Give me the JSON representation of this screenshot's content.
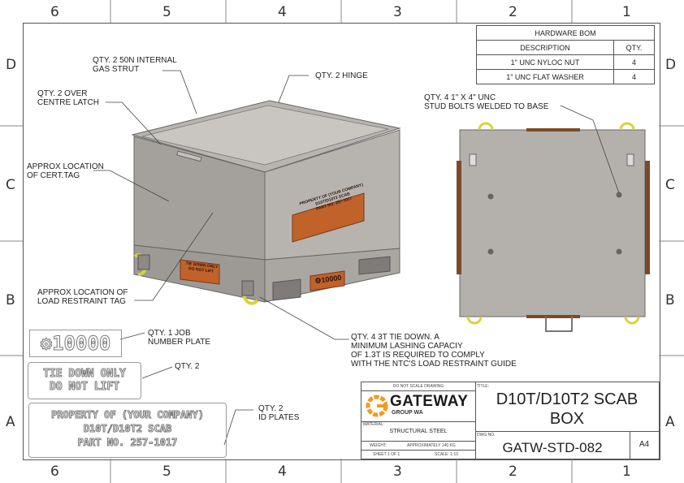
{
  "zones": {
    "columns": [
      "6",
      "5",
      "4",
      "3",
      "2",
      "1"
    ],
    "rows": [
      "D",
      "C",
      "B",
      "A"
    ]
  },
  "bom": {
    "title": "HARDWARE BOM",
    "headers": [
      "DESCRIPTION",
      "QTY."
    ],
    "rows": [
      {
        "description": "1\" UNC NYLOC NUT",
        "qty": "4"
      },
      {
        "description": "1\" UNC FLAT WASHER",
        "qty": "4"
      }
    ]
  },
  "notes": {
    "gas_strut": [
      "QTY. 2 50N INTERNAL",
      "GAS STRUT"
    ],
    "hinge": "QTY. 2 HINGE",
    "latch": [
      "QTY. 2 OVER",
      "CENTRE LATCH"
    ],
    "cert_tag": [
      "APPROX LOCATION",
      "OF CERT.TAG"
    ],
    "restraint_tag": [
      "APPROX LOCATION OF",
      "LOAD RESTRAINT TAG"
    ],
    "tie_down": [
      "QTY. 4 3T TIE DOWN. A",
      "MINIMUM LASHING CAPACIY",
      "OF 1.3T IS REQUIRED TO COMPLY",
      "WITH THE NTC'S LOAD RESTRAINT GUIDE"
    ],
    "stud_bolts": [
      "QTY. 4 1\" X 4\" UNC",
      "STUD BOLTS WELDED TO BASE"
    ],
    "job_plate": [
      "QTY. 1 JOB",
      "NUMBER PLATE"
    ],
    "tie_plate_qty": "QTY. 2",
    "id_plates": [
      "QTY. 2",
      "ID PLATES"
    ]
  },
  "plates": {
    "job_number": "10000",
    "tie_down": [
      "TIE DOWN ONLY",
      "DO NOT LIFT"
    ],
    "id": [
      "PROPERTY OF (YOUR COMPANY)",
      "D10T/D10T2 SCAB",
      "PART NO. 257-1017"
    ]
  },
  "box_labels": {
    "front_plate": [
      "PROPERTY OF (YOUR COMPANY)",
      "D10T/D10T2 SCAB",
      "PART NO. 257-1017"
    ],
    "tie_label": [
      "TIE DOWN ONLY",
      "DO NOT LIFT"
    ],
    "job_number": "10000"
  },
  "title_block": {
    "do_not_scale": "DO NOT SCALE DRAWING",
    "company": "GATEWAY",
    "company_sub": "GROUP WA",
    "title_label": "TITLE:",
    "title_line1": "D10T/D10T2 SCAB",
    "title_line2": "BOX",
    "material_label": "MATERIAL:",
    "material": "STRUCTURAL STEEL",
    "weight_label": "WEIGHT:",
    "weight": "APPROXIMATELY 140 KG",
    "dwg_label": "DWG NO.",
    "dwg_no": "GATW-STD-082",
    "size": "A4",
    "sheet": "SHEET 1 OF 1",
    "scale": "SCALE: 1:10"
  },
  "colors": {
    "accent_orange": "#f39a1e",
    "plate_copper": "#c0622a",
    "box_grey": "#a3a09c",
    "clip_yellow": "#d9d23a"
  }
}
